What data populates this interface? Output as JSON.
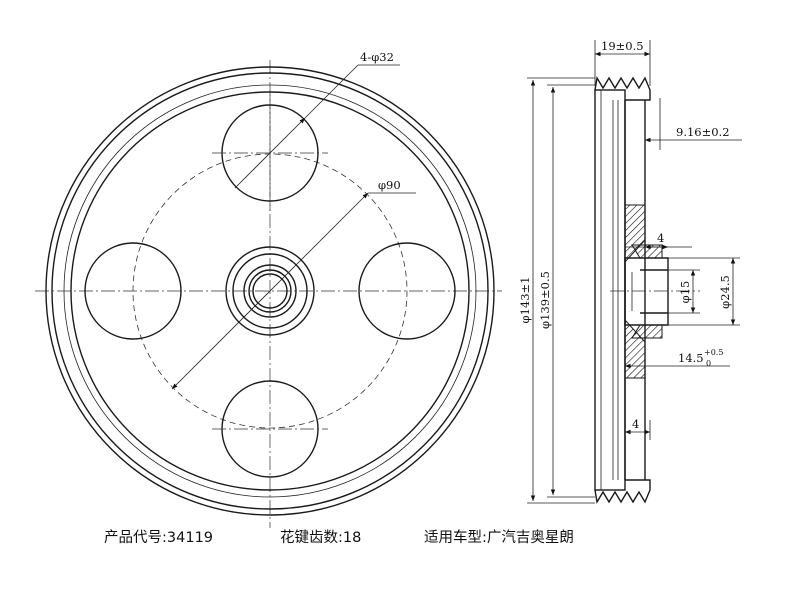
{
  "dimensions": {
    "bolt_holes": "4-φ32",
    "pcd": "φ90",
    "width": "19±0.5",
    "groove_offset": "9.16±0.2",
    "outer_dia": "φ143±1",
    "inner_dia": "φ139±0.5",
    "bore": "φ15",
    "hub_dia": "φ24.5",
    "wall_top": "4",
    "wall_bottom": "4",
    "hub_len": "14.5",
    "hub_len_tol_upper": "+0.5",
    "hub_len_tol_lower": "0"
  },
  "captions": {
    "product_code_label": "产品代号:",
    "product_code": "34119",
    "spline_label": "花键齿数:",
    "spline_count": "18",
    "vehicle_label": "适用车型:",
    "vehicle": "广汽吉奥星朗"
  }
}
